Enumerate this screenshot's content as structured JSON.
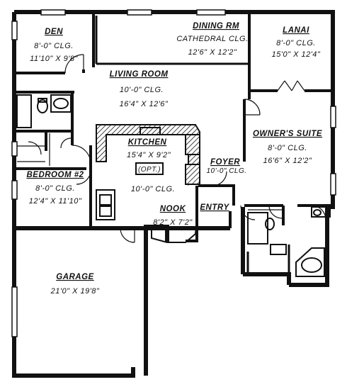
{
  "rooms": {
    "den": {
      "name": "DEN",
      "ceiling": "8'-0\" CLG.",
      "size": "11'10\" X 9'8\""
    },
    "dining": {
      "name": "DINING RM",
      "ceiling": "CATHEDRAL CLG.",
      "size": "12'6\" X 12'2\""
    },
    "lanai": {
      "name": "LANAI",
      "ceiling": "8'-0\" CLG.",
      "size": "15'0\" X 12'4\""
    },
    "living": {
      "name": "LIVING ROOM",
      "ceiling": "10'-0\" CLG.",
      "size": "16'4\" X 12'6\""
    },
    "kitchen": {
      "name": "KITCHEN",
      "size": "15'4\" X 9'2\"",
      "ceiling": "10'-0\" CLG.",
      "island": "(OPT.)"
    },
    "owners": {
      "name": "OWNER'S SUITE",
      "ceiling": "8'-0\" CLG.",
      "size": "16'6\" X 12'2\""
    },
    "foyer": {
      "name": "FOYER",
      "ceiling": "10'-0\" CLG."
    },
    "bedroom2": {
      "name": "BEDROOM #2",
      "ceiling": "8'-0\" CLG.",
      "size": "12'4\" X 11'10\""
    },
    "nook": {
      "name": "NOOK",
      "size": "8'2\" X 7'2\""
    },
    "entry": {
      "name": "ENTRY"
    },
    "garage": {
      "name": "GARAGE",
      "size": "21'0\" X 19'8\""
    }
  }
}
